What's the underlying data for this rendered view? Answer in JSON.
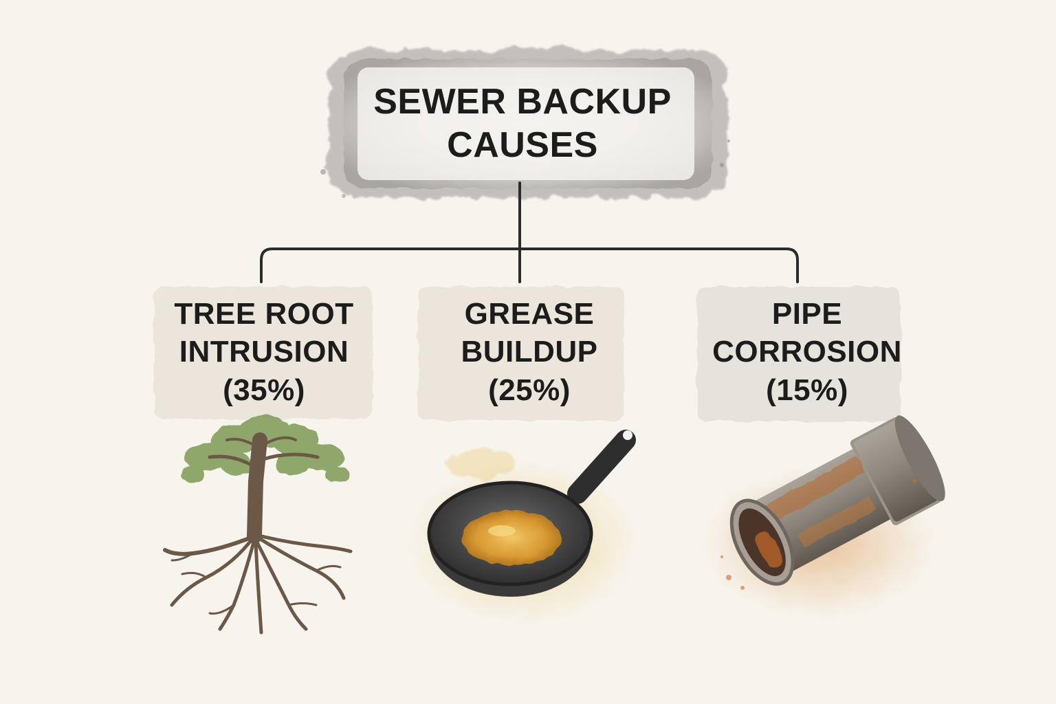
{
  "diagram": {
    "title_line1": "SEWER BACKUP",
    "title_line2": "CAUSES",
    "causes": [
      {
        "line1": "TREE ROOT",
        "line2": "INTRUSION",
        "percent": "(35%)",
        "illustration": "tree-roots-icon",
        "accent": "#6f8f45"
      },
      {
        "line1": "GREASE",
        "line2": "BUILDUP",
        "percent": "(25%)",
        "illustration": "frying-pan-icon",
        "accent": "#d9a43a"
      },
      {
        "line1": "PIPE",
        "line2": "CORROSION",
        "percent": "(15%)",
        "illustration": "corroded-pipe-icon",
        "accent": "#b8662a"
      }
    ]
  }
}
